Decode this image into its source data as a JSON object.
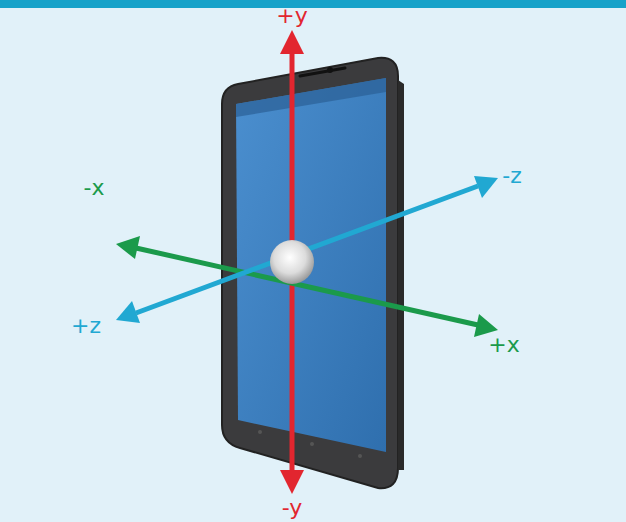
{
  "diagram": {
    "labels": [
      "+y",
      "-x",
      "-z",
      "+z",
      "+x",
      "-y"
    ]
  }
}
